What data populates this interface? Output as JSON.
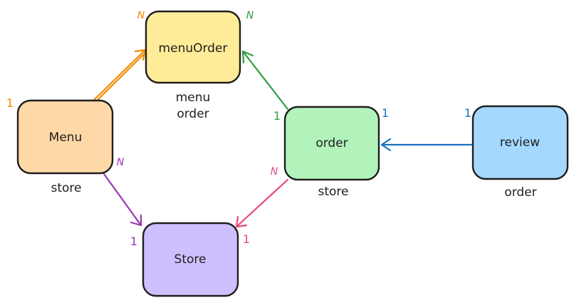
{
  "entities": [
    {
      "id": "menuOrder",
      "label": "menuOrder",
      "fill": "#ffec99",
      "fields": [
        "menu",
        "order"
      ]
    },
    {
      "id": "menu",
      "label": "Menu",
      "fill": "#ffd8a8",
      "fields": [
        "store"
      ]
    },
    {
      "id": "order",
      "label": "order",
      "fill": "#b2f2bb",
      "fields": [
        "store"
      ]
    },
    {
      "id": "review",
      "label": "review",
      "fill": "#a5d8ff",
      "fields": [
        "order"
      ]
    },
    {
      "id": "store",
      "label": "Store",
      "fill": "#d0bfff",
      "fields": []
    }
  ],
  "relations": [
    {
      "id": "menu-to-menuorder",
      "from": "menu",
      "to": "menuOrder",
      "color": "#f08c00",
      "from_card": "1",
      "to_card": "N"
    },
    {
      "id": "order-to-menuorder",
      "from": "order",
      "to": "menuOrder",
      "color": "#2f9e44",
      "from_card": "1",
      "to_card": "N"
    },
    {
      "id": "review-to-order",
      "from": "review",
      "to": "order",
      "color": "#1971c2",
      "from_card": "1",
      "to_card": "1"
    },
    {
      "id": "menu-to-store",
      "from": "menu",
      "to": "store",
      "color": "#9c36b5",
      "from_card": "N",
      "to_card": "1"
    },
    {
      "id": "order-to-store",
      "from": "order",
      "to": "store",
      "color": "#e64980",
      "from_card": "N",
      "to_card": "1"
    }
  ]
}
